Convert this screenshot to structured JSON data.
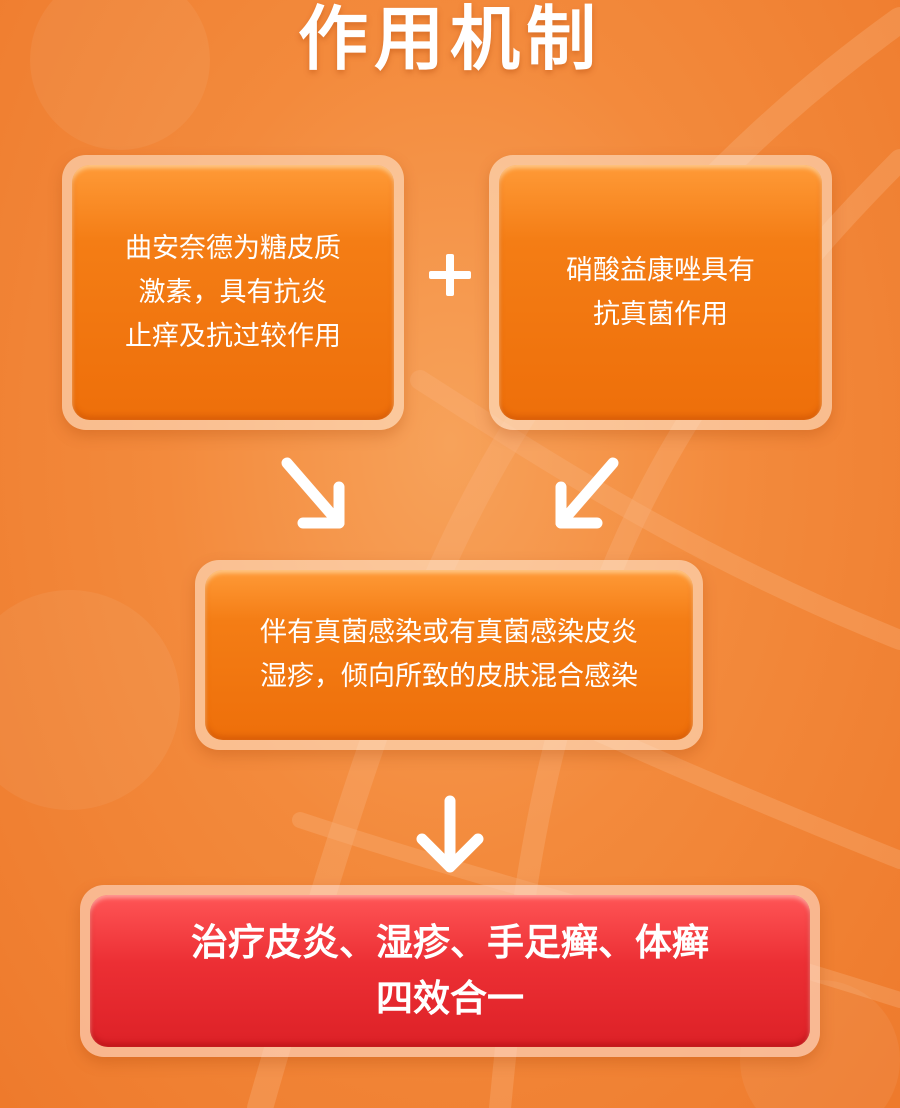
{
  "title": "作用机制",
  "box_a": [
    "曲安奈德为糖皮质",
    "激素，具有抗炎",
    "止痒及抗过较作用"
  ],
  "plus_symbol": "+",
  "box_b": [
    "硝酸益康唑具有",
    "抗真菌作用"
  ],
  "box_c": [
    "伴有真菌感染或有真菌感染皮炎",
    "湿疹，倾向所致的皮肤混合感染"
  ],
  "box_d": [
    "治疗皮炎、湿疹、手足癣、体癣",
    "四效合一"
  ],
  "colors": {
    "orange": "#f47d15",
    "red": "#e52a2f",
    "background": "#f38a3c",
    "text": "#ffffff"
  }
}
